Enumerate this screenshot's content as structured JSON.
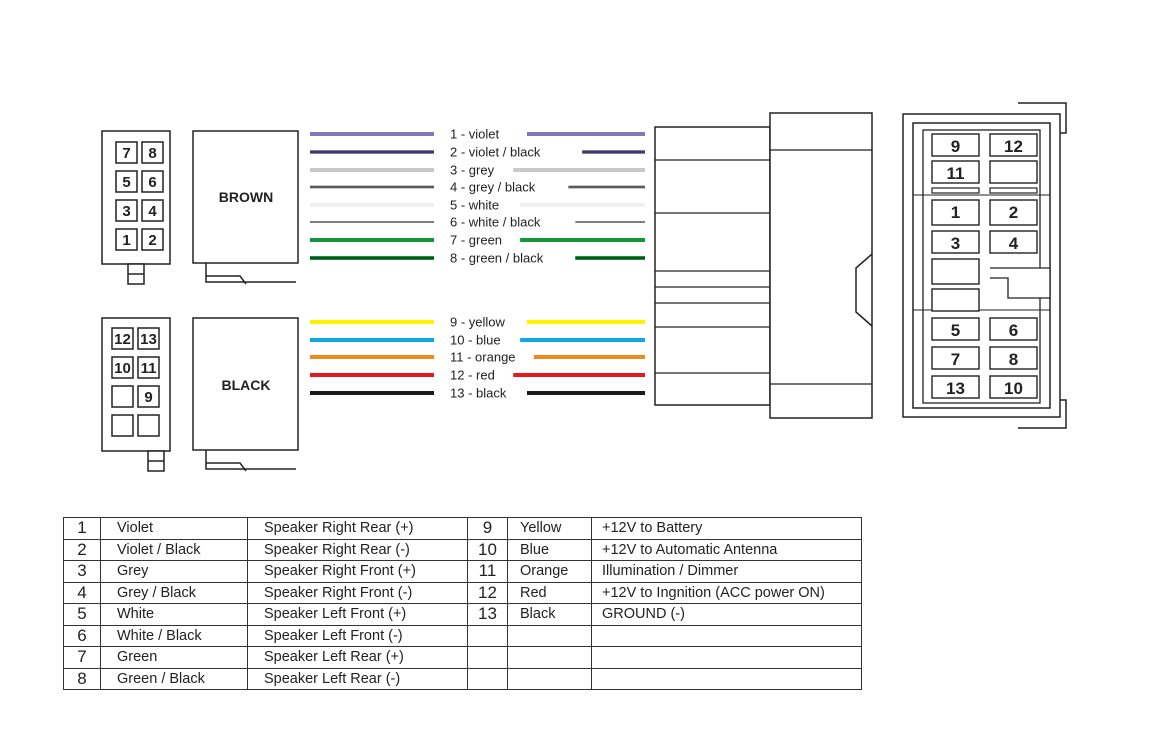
{
  "connectors": {
    "brown": {
      "label": "BROWN",
      "pins": [
        "7",
        "8",
        "5",
        "6",
        "3",
        "4",
        "1",
        "2"
      ]
    },
    "black": {
      "label": "BLACK",
      "pins": [
        "12",
        "13",
        "10",
        "11",
        "",
        "9",
        "",
        ""
      ]
    }
  },
  "wires": [
    {
      "label": "1 - violet",
      "color": "#8078b8",
      "stripe": null
    },
    {
      "label": "2 - violet / black",
      "color": "#8078b8",
      "stripe": "#1a1a1a"
    },
    {
      "label": "3 - grey",
      "color": "#c8c8c8",
      "stripe": null
    },
    {
      "label": "4 - grey / black",
      "color": "#c8c8c8",
      "stripe": "#1a1a1a"
    },
    {
      "label": "5 - white",
      "color": "#f0f0f0",
      "stripe": null
    },
    {
      "label": "6 - white / black",
      "color": "#f4f4f4",
      "stripe": "#1a1a1a"
    },
    {
      "label": "7 - green",
      "color": "#14973c",
      "stripe": null
    },
    {
      "label": "8 - green / black",
      "color": "#14973c",
      "stripe": "#1a1a1a"
    },
    {
      "label": "9 - yellow",
      "color": "#fff200",
      "stripe": null
    },
    {
      "label": "10 - blue",
      "color": "#10a8e0",
      "stripe": null
    },
    {
      "label": "11 - orange",
      "color": "#f08a1e",
      "stripe": null
    },
    {
      "label": "12 - red",
      "color": "#e8191c",
      "stripe": null
    },
    {
      "label": "13 - black",
      "color": "#1a1a1a",
      "stripe": null
    }
  ],
  "plug_pins": {
    "rows": [
      [
        "9",
        "12"
      ],
      [
        "11",
        ""
      ],
      [
        "1",
        "2"
      ],
      [
        "3",
        "4"
      ],
      [
        "",
        ""
      ],
      [
        "",
        ""
      ],
      [
        "5",
        "6"
      ],
      [
        "7",
        "8"
      ],
      [
        "13",
        "10"
      ]
    ]
  },
  "table": {
    "left": [
      {
        "num": "1",
        "color": "Violet",
        "function": "Speaker Right Rear (+)"
      },
      {
        "num": "2",
        "color": "Violet / Black",
        "function": "Speaker Right Rear (-)"
      },
      {
        "num": "3",
        "color": "Grey",
        "function": "Speaker Right Front (+)"
      },
      {
        "num": "4",
        "color": "Grey / Black",
        "function": "Speaker Right Front (-)"
      },
      {
        "num": "5",
        "color": "White",
        "function": "Speaker Left Front (+)"
      },
      {
        "num": "6",
        "color": "White / Black",
        "function": "Speaker Left Front (-)"
      },
      {
        "num": "7",
        "color": "Green",
        "function": "Speaker Left Rear (+)"
      },
      {
        "num": "8",
        "color": "Green / Black",
        "function": "Speaker Left Rear (-)"
      }
    ],
    "right": [
      {
        "num": "9",
        "color": "Yellow",
        "function": "+12V to Battery"
      },
      {
        "num": "10",
        "color": "Blue",
        "function": "+12V to Automatic Antenna"
      },
      {
        "num": "11",
        "color": "Orange",
        "function": "Illumination / Dimmer"
      },
      {
        "num": "12",
        "color": "Red",
        "function": "+12V to Ingnition (ACC power ON)"
      },
      {
        "num": "13",
        "color": "Black",
        "function": "GROUND (-)"
      },
      {
        "num": "",
        "color": "",
        "function": ""
      },
      {
        "num": "",
        "color": "",
        "function": ""
      },
      {
        "num": "",
        "color": "",
        "function": ""
      }
    ]
  }
}
